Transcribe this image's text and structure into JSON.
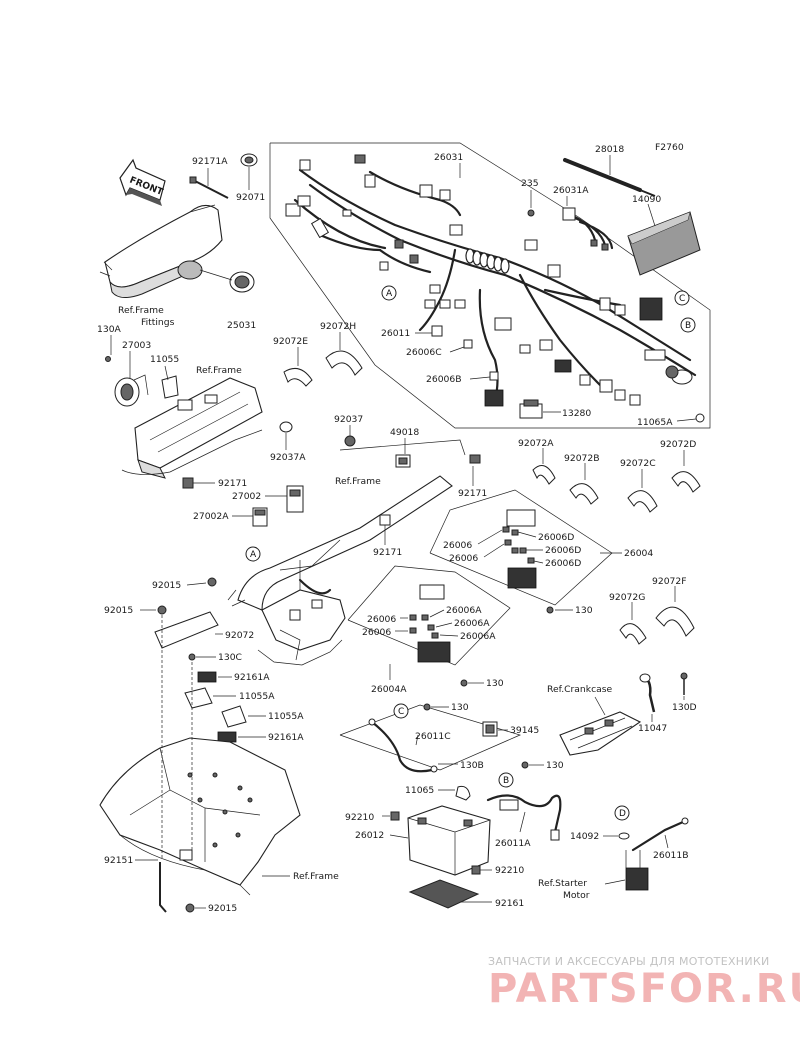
{
  "diagram_code": "F2760",
  "front_label": "FRONT",
  "circle_labels": {
    "A": "A",
    "B": "B",
    "C": "C",
    "D": "D"
  },
  "refs": {
    "frame_fittings_1": "Ref.Frame",
    "frame_fittings_2": "Fittings",
    "frame_top": "Ref.Frame",
    "frame_mid": "Ref.Frame",
    "frame_bottom": "Ref.Frame",
    "crankcase": "Ref.Crankcase",
    "starter_1": "Ref.Starter",
    "starter_2": "Motor"
  },
  "parts": {
    "p92171A": "92171A",
    "p92071": "92071",
    "p26031": "26031",
    "p28018": "28018",
    "p235": "235",
    "p26031A": "26031A",
    "p14090": "14090",
    "p25031": "25031",
    "p130A": "130A",
    "p27003": "27003",
    "p11055": "11055",
    "p92072E": "92072E",
    "p92072H": "92072H",
    "p26011": "26011",
    "p26006C": "26006C",
    "p26006B": "26006B",
    "p13280": "13280",
    "p11065A": "11065A",
    "p92037": "92037",
    "p92037A": "92037A",
    "p49018": "49018",
    "p92171_a": "92171",
    "p92171_b": "92171",
    "p92171_c": "92171",
    "p27002": "27002",
    "p27002A": "27002A",
    "p92072A": "92072A",
    "p92072B": "92072B",
    "p92072C": "92072C",
    "p92072D": "92072D",
    "p26006_1": "26006",
    "p26006_2": "26006",
    "p26006_3": "26006",
    "p26006_4": "26006",
    "p26006D_1": "26006D",
    "p26006D_2": "26006D",
    "p26006D_3": "26006D",
    "p26004": "26004",
    "p26006A_1": "26006A",
    "p26006A_2": "26006A",
    "p26006A_3": "26006A",
    "p26004A": "26004A",
    "p130_1": "130",
    "p130_2": "130",
    "p130_3": "130",
    "p130_4": "130",
    "p92015_1": "92015",
    "p92015_2": "92015",
    "p92015_3": "92015",
    "p92072": "92072",
    "p130C": "130C",
    "p92161A_1": "92161A",
    "p11055A_1": "11055A",
    "p11055A_2": "11055A",
    "p92161A_2": "92161A",
    "p92072G": "92072G",
    "p92072F": "92072F",
    "p11047": "11047",
    "p130D": "130D",
    "p39145": "39145",
    "p26011C": "26011C",
    "p130B": "130B",
    "p11065": "11065",
    "p92210_1": "92210",
    "p92210_2": "92210",
    "p26012": "26012",
    "p26011A": "26011A",
    "p14092": "14092",
    "p26011B": "26011B",
    "p92161": "92161",
    "p92151": "92151"
  },
  "watermark": {
    "top_text": "ЗАПЧАСТИ И АКСЕССУАРЫ ДЛЯ МОТОТЕХНИКИ",
    "logo_text": "PARTSFOR.RU",
    "logo_color": "#e35a5a"
  }
}
